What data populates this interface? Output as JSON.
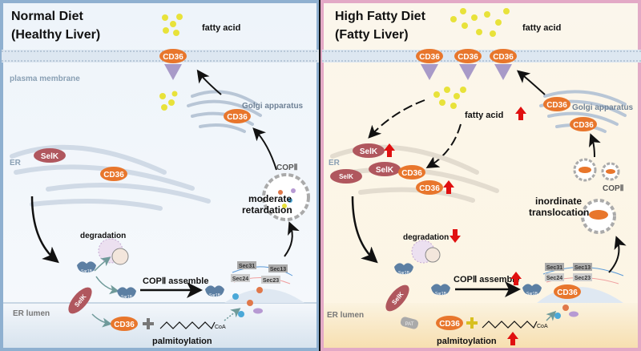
{
  "left": {
    "title_line1": "Normal Diet",
    "title_line2": "(Healthy Liver)",
    "fatty_acid": "fatty acid",
    "plasma_membrane": "plasma membrane",
    "golgi": "Golgi apparatus",
    "er": "ER",
    "selk": "SelK",
    "cd36": "CD36",
    "copii": "COPⅡ",
    "status_line1": "moderate",
    "status_line2": "retardation",
    "degradation": "degradation",
    "sar1b": "Sar1B",
    "copii_assemble": "COPⅡ assemble",
    "sec31": "Sec31",
    "sec13": "Sec13",
    "sec24": "Sec24",
    "sec23": "Sec23",
    "er_lumen": "ER lumen",
    "coa": "CoA",
    "palmitoylation": "palmitoylation"
  },
  "right": {
    "title_line1": "High Fatty Diet",
    "title_line2": "(Fatty Liver)",
    "fatty_acid": "fatty acid",
    "fatty_acid_inner": "fatty acid",
    "golgi": "Golgi apparatus",
    "er": "ER",
    "selk": "SelK",
    "cd36": "CD36",
    "copii": "COPⅡ",
    "status_line1": "inordinate",
    "status_line2": "translocation",
    "degradation": "degradation",
    "sar1b": "Sar1B",
    "copii_assemble": "COPⅡ assemble",
    "sec31": "Sec31",
    "sec13": "Sec13",
    "sec24": "Sec24",
    "sec23": "Sec23",
    "er_lumen": "ER lumen",
    "pat": "PAT",
    "coa": "CoA",
    "palmitoylation": "palmitoylation"
  },
  "colors": {
    "cd36": "#e8762c",
    "selk": "#b0575e",
    "sar1b": "#5c7fa3",
    "increase_arrow": "#e01010",
    "left_border": "#8fb0d0",
    "right_border": "#e3a9c6",
    "fatty_acid_dot": "#e8e23a"
  }
}
